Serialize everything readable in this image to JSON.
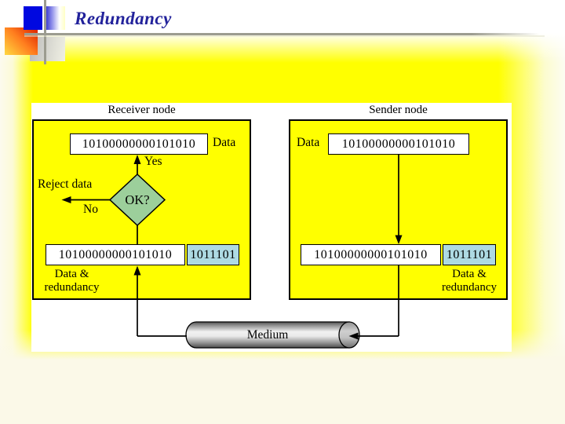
{
  "slide_title": "Redundancy",
  "colors": {
    "slide-yellow": "#ffff00",
    "diamond-green": "#9ccf9b",
    "redundancy-cyan": "#aedae3",
    "title-blue": "#22229b",
    "line-gray": "#9c9c90"
  },
  "receiver": {
    "node_label": "Receiver node",
    "data_box_bits": "10100000000101010",
    "data_label": "Data",
    "yes_label": "Yes",
    "ok_label": "OK?",
    "reject_label": "Reject data",
    "no_label": "No",
    "payload_bits": "10100000000101010",
    "redundancy_bits": "1011101",
    "combined_label_line1": "Data &",
    "combined_label_line2": "redundancy"
  },
  "sender": {
    "node_label": "Sender node",
    "data_label": "Data",
    "data_box_bits": "10100000000101010",
    "payload_bits": "10100000000101010",
    "redundancy_bits": "1011101",
    "combined_label_line1": "Data &",
    "combined_label_line2": "redundancy"
  },
  "medium": {
    "label": "Medium"
  }
}
